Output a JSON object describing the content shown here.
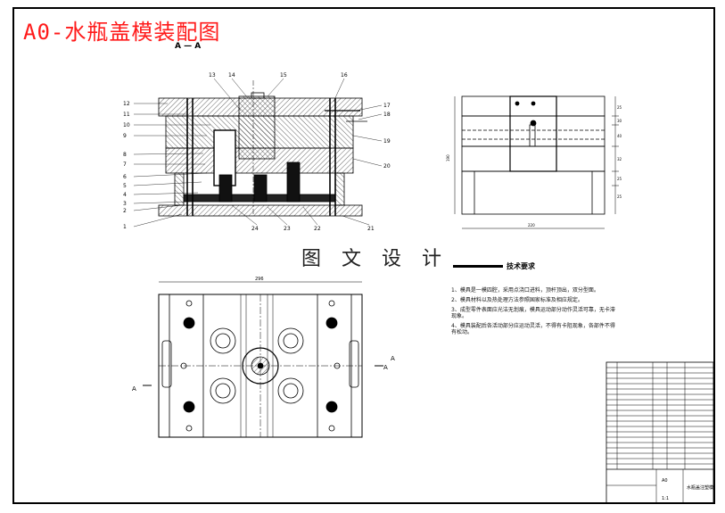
{
  "drawing": {
    "title": "A0-水瓶盖模装配图",
    "section_label": "A — A",
    "brand_text": "图 文 设 计"
  },
  "section_view": {
    "part_numbers": [
      "1",
      "2",
      "3",
      "4",
      "5",
      "6",
      "7",
      "8",
      "9",
      "10",
      "11",
      "12",
      "13",
      "14",
      "15",
      "16",
      "17",
      "18",
      "19",
      "20",
      "21",
      "22",
      "23",
      "24"
    ]
  },
  "plan_view": {
    "dim_width": "296",
    "section_marks": [
      "A",
      "A",
      "A"
    ]
  },
  "side_view": {
    "dim_width": "220",
    "dim_height": "190",
    "dims": [
      "25",
      "30",
      "40",
      "32",
      "25",
      "25"
    ]
  },
  "technical_requirements": {
    "title": "技术要求",
    "items": [
      "1、模具是一模四腔，采用点浇口进料，顶杆顶出，双分型面。",
      "2、模具材料以及热处理方法参照国家标准及相应规定。",
      "3、成型零件表面应光洁无划痕，模具运动部分动作灵活可靠，无卡滞现象。",
      "4、模具装配后各活动部分应运动灵活，不得有卡阻现象，各部件不得有松动。"
    ]
  },
  "title_block": {
    "drawing_name": "水瓶盖注塑模",
    "scale": "1:1",
    "sheet": "A0"
  }
}
